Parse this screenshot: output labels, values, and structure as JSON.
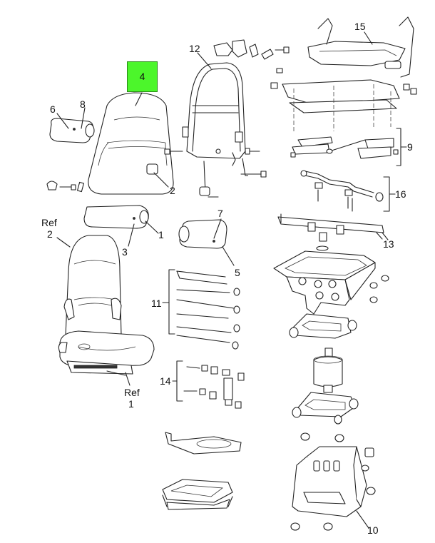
{
  "diagram": {
    "callouts": {
      "c1a": "1",
      "c1b": "1",
      "c2a": "2",
      "c2b": "2",
      "c3": "3",
      "c4": "4",
      "c5": "5",
      "c6": "6",
      "c7": "7",
      "c8": "8",
      "c9": "9",
      "c10": "10",
      "c11": "11",
      "c12": "12",
      "c13": "13",
      "c14": "14",
      "c15": "15",
      "c16": "16",
      "ref_a": "Ref",
      "ref_b": "Ref"
    },
    "highlight": {
      "callout": "4",
      "color": "#4cf62b"
    }
  }
}
